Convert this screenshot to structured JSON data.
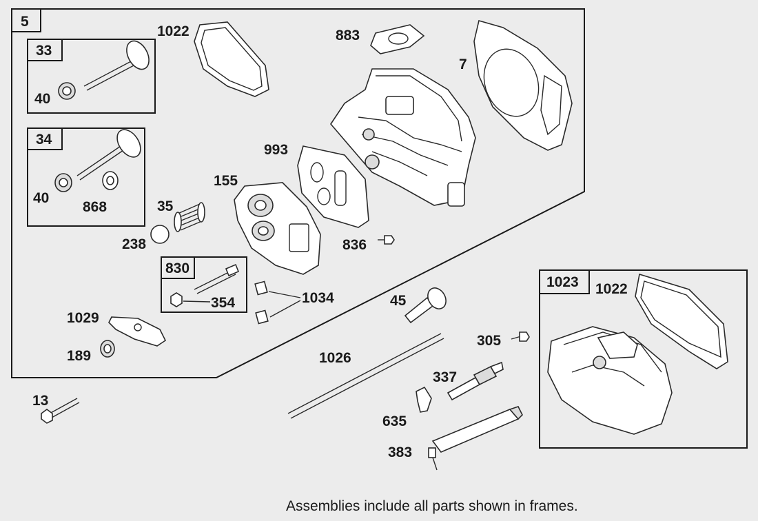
{
  "labels": {
    "frame_5": "5",
    "frame_33": "33",
    "frame_34": "34",
    "frame_830": "830",
    "frame_1023": "1023",
    "p1022a": "1022",
    "p883": "883",
    "p7": "7",
    "p40a": "40",
    "p40b": "40",
    "p868": "868",
    "p993": "993",
    "p155": "155",
    "p35": "35",
    "p238": "238",
    "p836": "836",
    "p354": "354",
    "p1034": "1034",
    "p45": "45",
    "p1029": "1029",
    "p189": "189",
    "p305": "305",
    "p1026": "1026",
    "p337": "337",
    "p13": "13",
    "p635": "635",
    "p383": "383",
    "p1022b": "1022"
  },
  "footnote": "Assemblies include all parts shown in frames."
}
